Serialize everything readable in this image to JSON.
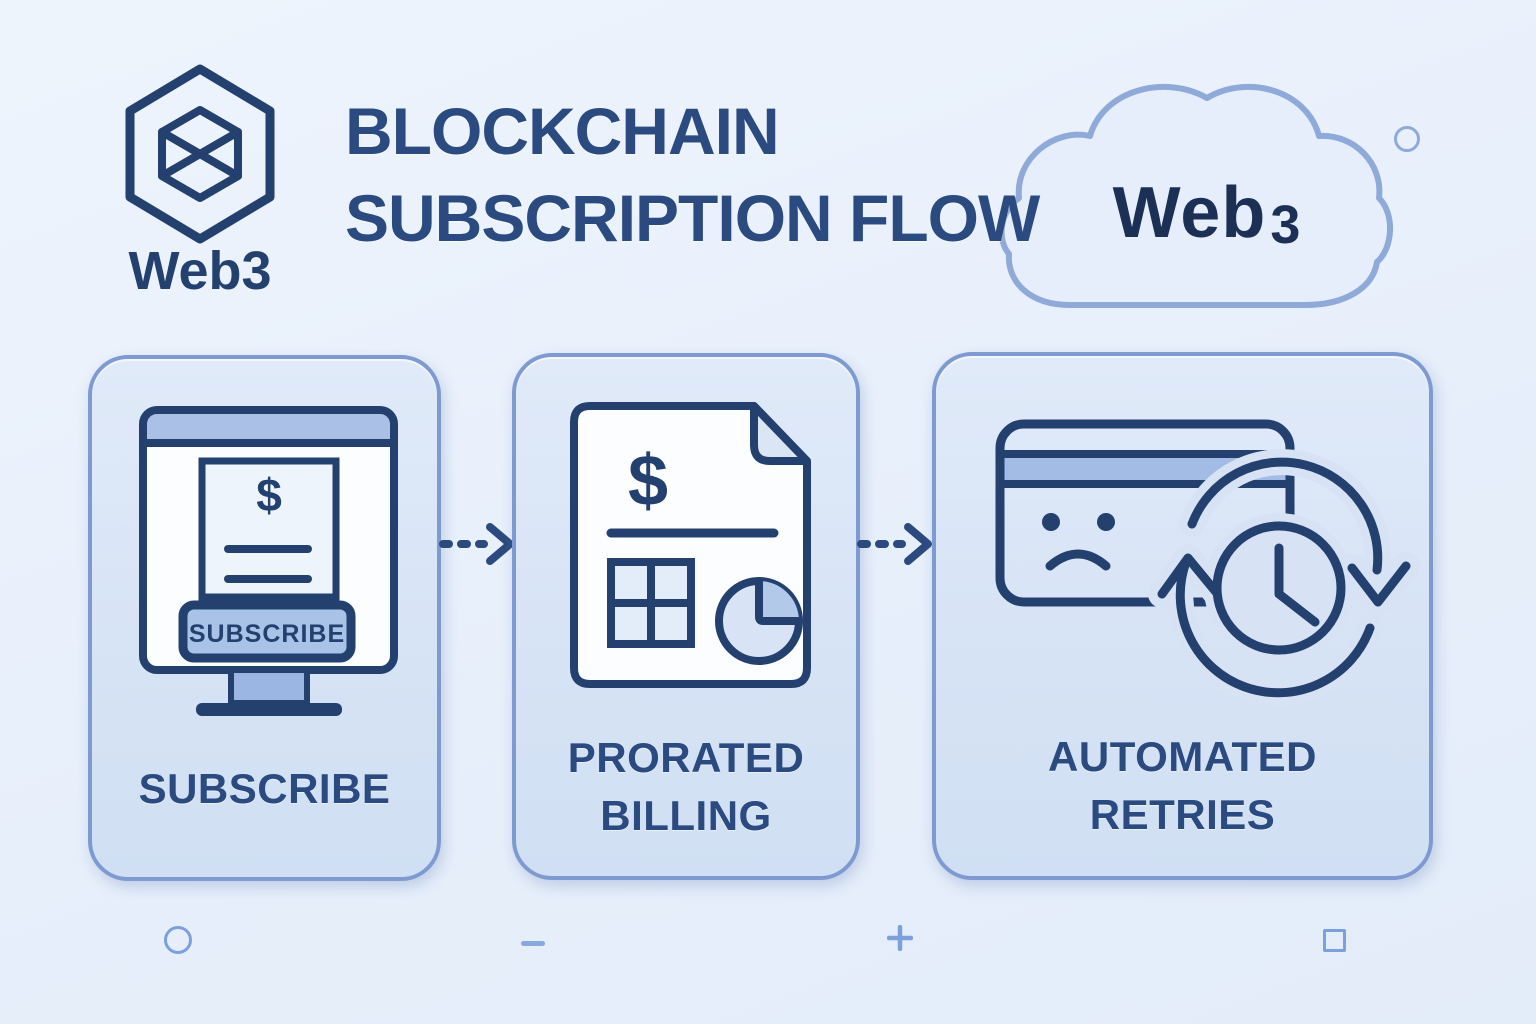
{
  "palette": {
    "background": "#e9f1fb",
    "card_fill": "#d9e5f6",
    "card_border": "#7e9ad1",
    "icon_navy": "#24406f",
    "title_navy": "#2b4a80",
    "button_fill": "#a9c2e7",
    "cloud_fill": "#e6eefb",
    "cloud_border": "#8fa9d9",
    "decoration_blue": "#7ca0da"
  },
  "branding": {
    "logo_icon": "hexagon-cube-icon",
    "logo_text": "Web3",
    "cloud_icon": "cloud-icon",
    "cloud_text_prefix": "Web",
    "cloud_text_suffix": "3"
  },
  "header": {
    "title_line1": "BLOCKCHAIN",
    "title_line2": "SUBSCRIPTION FLOW"
  },
  "flow": {
    "connector_style": "dashed-arrow",
    "steps": [
      {
        "id": "subscribe",
        "icon": "monitor-checkout-icon",
        "icon_dollar": "$",
        "icon_button_label": "SUBSCRIBE",
        "label_line1": "SUBSCRIBE",
        "label_line2": ""
      },
      {
        "id": "prorated-billing",
        "icon": "invoice-pie-document-icon",
        "icon_dollar": "$",
        "label_line1": "PRORATED",
        "label_line2": "BILLING"
      },
      {
        "id": "automated-retries",
        "icon": "card-retry-clock-icon",
        "label_line1": "AUTOMATED",
        "label_line2": "RETRIES"
      }
    ]
  },
  "decorations": {
    "top_right": "circle-outline",
    "bottom": [
      "circle-outline",
      "dash",
      "plus",
      "square-outline"
    ]
  }
}
